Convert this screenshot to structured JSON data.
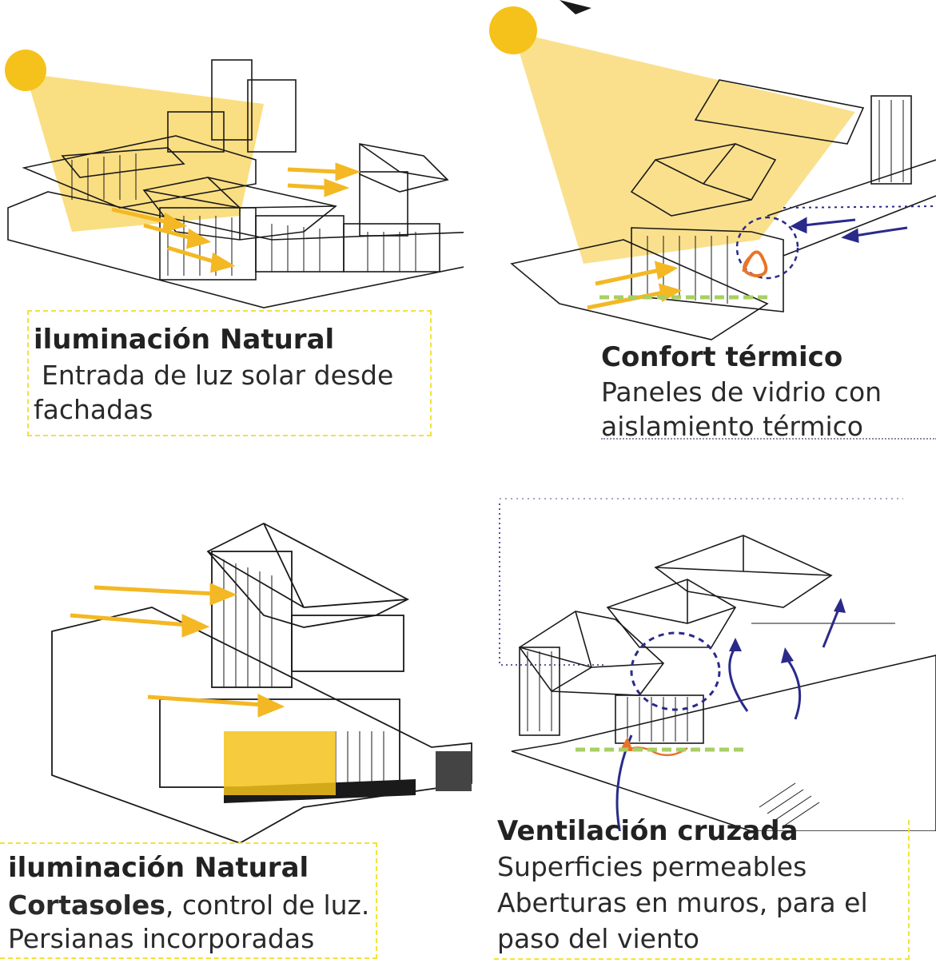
{
  "panels": [
    {
      "title": "iluminación Natural",
      "lines": [
        "Entrada de luz solar desde",
        "fachadas"
      ]
    },
    {
      "title": "Confort térmico",
      "lines": [
        "Paneles de vidrio con",
        "aislamiento térmico"
      ]
    },
    {
      "title": "iluminación Natural",
      "lines_bold_prefix": "Cortasoles",
      "lines_rest": ", control de luz.",
      "lines": [
        "Persianas incorporadas"
      ]
    },
    {
      "title": "Ventilación cruzada",
      "lines": [
        "Superficies permeables",
        "Aberturas en muros, para el",
        "paso del viento"
      ]
    }
  ],
  "colors": {
    "sun": "#f5c21b",
    "sun_ray": "#f5c21b",
    "arrow_light": "#f3b823",
    "air_arrow": "#2a2a8a",
    "heat": "#e8742a",
    "ground_line": "#a8cf63",
    "caption_border": "#f2e23a",
    "linework": "#1a1a1a"
  }
}
